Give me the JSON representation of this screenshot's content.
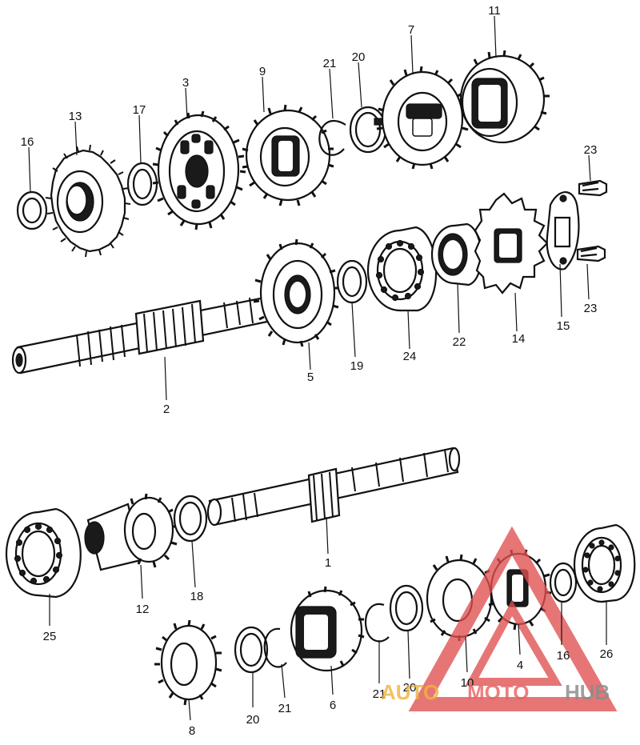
{
  "watermark": {
    "auto": "AUTO",
    "moto": "MOTO",
    "hub": "HUB",
    "color_auto": "#f0b43c",
    "color_moto": "#e86464",
    "color_hub": "#8a8a8a",
    "triangle_color": "#e05050"
  },
  "callouts": [
    {
      "id": "16a",
      "text": "16"
    },
    {
      "id": "13",
      "text": "13"
    },
    {
      "id": "17",
      "text": "17"
    },
    {
      "id": "3",
      "text": "3"
    },
    {
      "id": "9",
      "text": "9"
    },
    {
      "id": "21a",
      "text": "21"
    },
    {
      "id": "20a",
      "text": "20"
    },
    {
      "id": "7",
      "text": "7"
    },
    {
      "id": "11",
      "text": "11"
    },
    {
      "id": "23a",
      "text": "23"
    },
    {
      "id": "23b",
      "text": "23"
    },
    {
      "id": "2",
      "text": "2"
    },
    {
      "id": "5",
      "text": "5"
    },
    {
      "id": "19",
      "text": "19"
    },
    {
      "id": "24",
      "text": "24"
    },
    {
      "id": "22",
      "text": "22"
    },
    {
      "id": "14",
      "text": "14"
    },
    {
      "id": "15",
      "text": "15"
    },
    {
      "id": "1",
      "text": "1"
    },
    {
      "id": "25",
      "text": "25"
    },
    {
      "id": "12",
      "text": "12"
    },
    {
      "id": "18",
      "text": "18"
    },
    {
      "id": "8",
      "text": "8"
    },
    {
      "id": "20b",
      "text": "20"
    },
    {
      "id": "21b",
      "text": "21"
    },
    {
      "id": "6",
      "text": "6"
    },
    {
      "id": "21c",
      "text": "21"
    },
    {
      "id": "20c",
      "text": "20"
    },
    {
      "id": "10",
      "text": "10"
    },
    {
      "id": "4",
      "text": "4"
    },
    {
      "id": "16b",
      "text": "16"
    },
    {
      "id": "26",
      "text": "26"
    }
  ]
}
